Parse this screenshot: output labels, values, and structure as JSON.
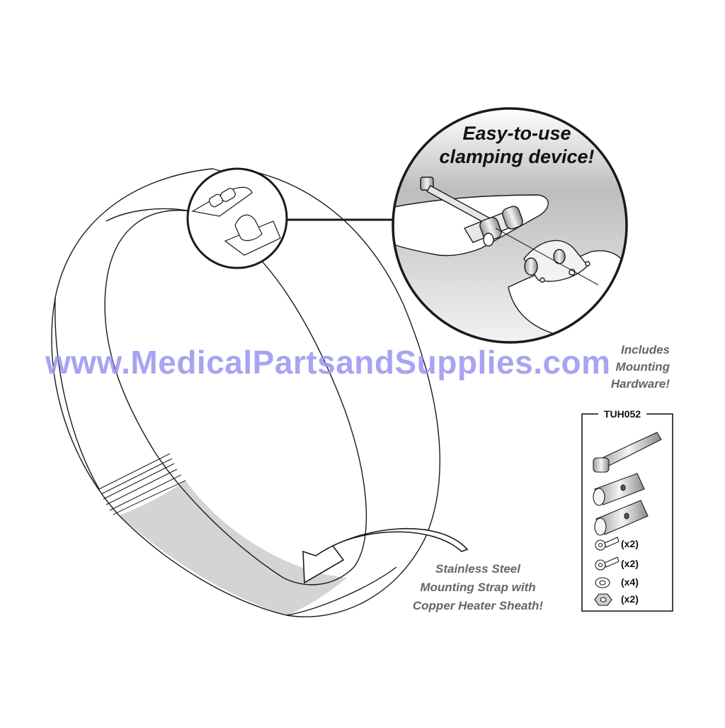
{
  "callout": {
    "title_line1": "Easy-to-use",
    "title_line2": "clamping device!"
  },
  "watermark": "www.MedicalPartsandSupplies.com",
  "includes_note": {
    "line1": "Includes",
    "line2": "Mounting",
    "line3": "Hardware!"
  },
  "strap_label": {
    "line1": "Stainless Steel",
    "line2": "Mounting Strap with",
    "line3": "Copper Heater Sheath!"
  },
  "hardware_kit": {
    "code": "TUH052",
    "quantities": [
      "(x2)",
      "(x2)",
      "(x4)",
      "(x2)"
    ]
  },
  "colors": {
    "line": "#1a1a1a",
    "sheath_gray": "#d4d4d4",
    "watermark": "#9a94f0",
    "label_gray": "#666666"
  }
}
